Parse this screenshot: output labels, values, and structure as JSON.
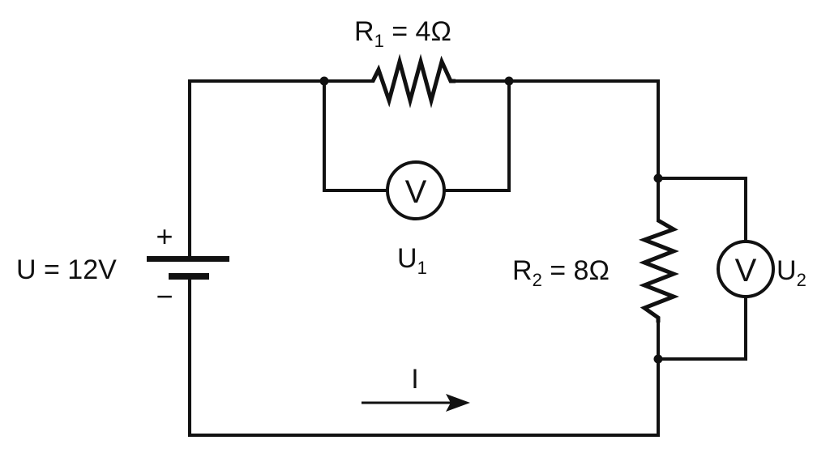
{
  "battery": {
    "label": "U = 12V",
    "plus": "+",
    "minus": "−"
  },
  "resistor1": {
    "name": "R",
    "sub": "1",
    "value": " = 4Ω"
  },
  "resistor2": {
    "name": "R",
    "sub": "2",
    "value": " = 8Ω"
  },
  "voltmeter1": {
    "symbol": "V",
    "label": "U",
    "sub": "1"
  },
  "voltmeter2": {
    "symbol": "V",
    "label": "U",
    "sub": "2"
  },
  "current": {
    "label": "I"
  },
  "colors": {
    "ink": "#111111",
    "background": "#ffffff"
  }
}
